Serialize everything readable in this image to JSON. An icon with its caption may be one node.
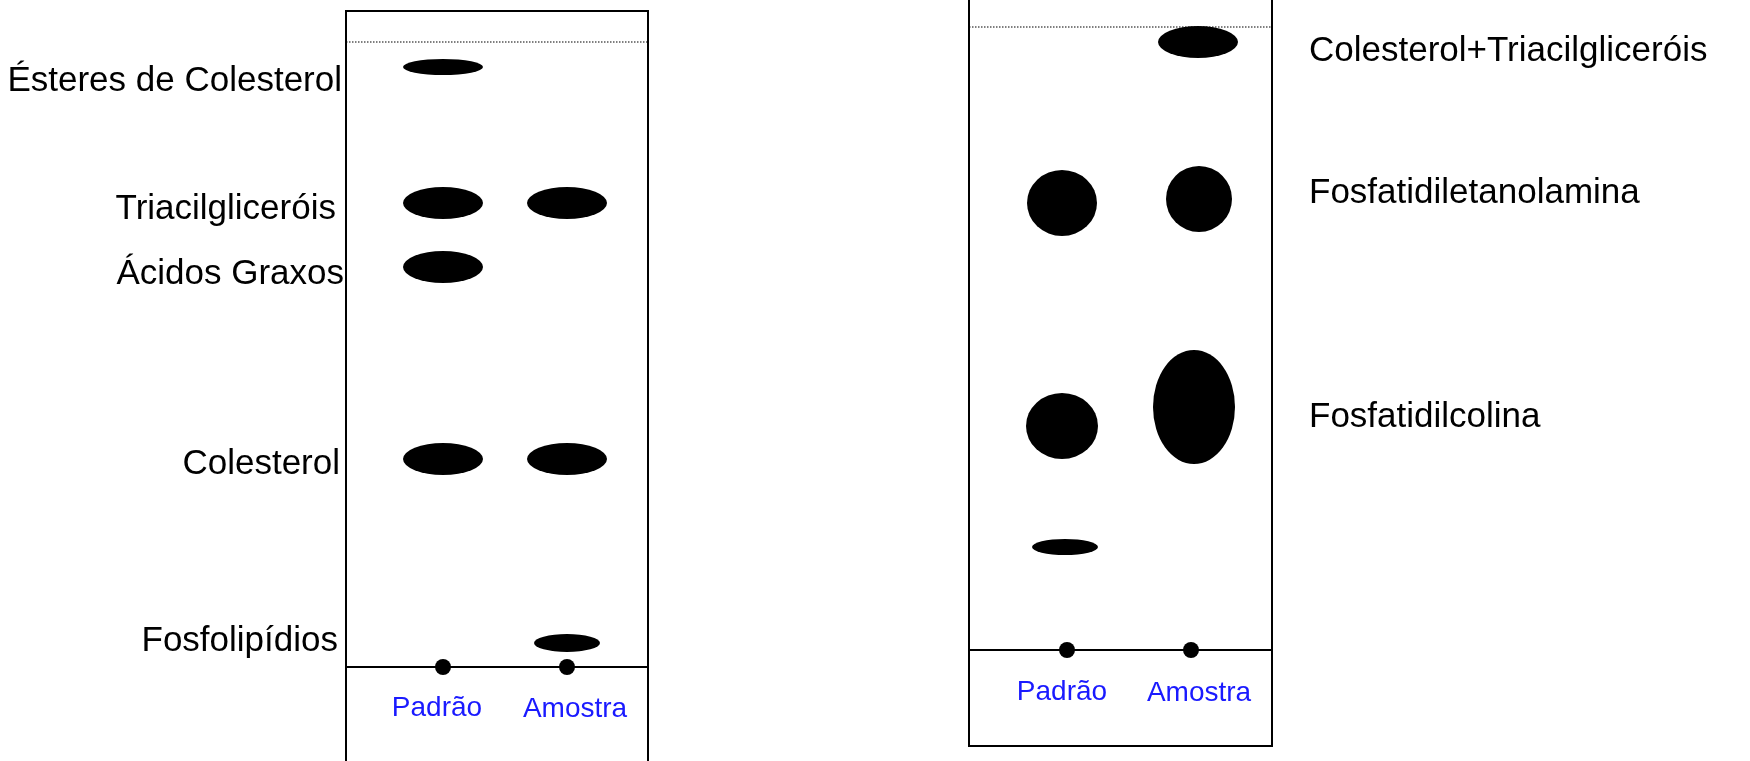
{
  "diagram": {
    "labels": [
      "Ésteres de Colesterol",
      "Triacilgliceróis",
      "Ácidos Graxos",
      "Colesterol",
      "Fosfolipídios",
      "Padrão",
      "Amostra",
      "Colesterol+Triacilgliceróis",
      "Fosfatidiletanolamina",
      "Fosfatidilcolina",
      "Padrão",
      "Amostra"
    ]
  }
}
